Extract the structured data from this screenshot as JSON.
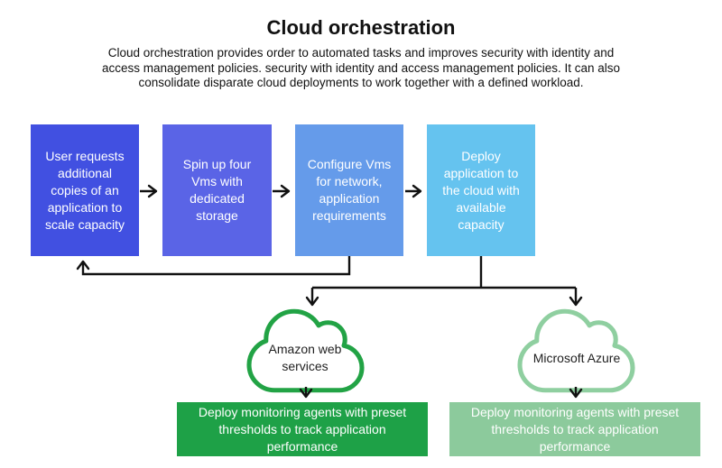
{
  "title": "Cloud orchestration",
  "description": "Cloud orchestration provides order to automated tasks and improves security with identity and access management policies. security with identity and access management policies. It can also consolidate disparate cloud deployments to work together with a defined workload.",
  "flow_boxes": [
    {
      "label": "User requests additional copies of an application to scale capacity",
      "color": "#4150E1"
    },
    {
      "label": "Spin up four Vms with dedicated storage",
      "color": "#5A64E6"
    },
    {
      "label": "Configure Vms for network, application requirements",
      "color": "#659BEA"
    },
    {
      "label": "Deploy application to the cloud with available capacity",
      "color": "#65C3EF"
    }
  ],
  "clouds": [
    {
      "label": "Amazon web services",
      "outline_color": "#22A345"
    },
    {
      "label": "Microsoft Azure",
      "outline_color": "#8FCFA0"
    }
  ],
  "monitoring_boxes": [
    {
      "label": "Deploy monitoring agents with preset thresholds to track application performance",
      "color": "#1EA147"
    },
    {
      "label": "Deploy monitoring agents with preset thresholds to track application performance",
      "color": "#8CCA9C"
    }
  ],
  "colors": {
    "connector": "#111111"
  }
}
